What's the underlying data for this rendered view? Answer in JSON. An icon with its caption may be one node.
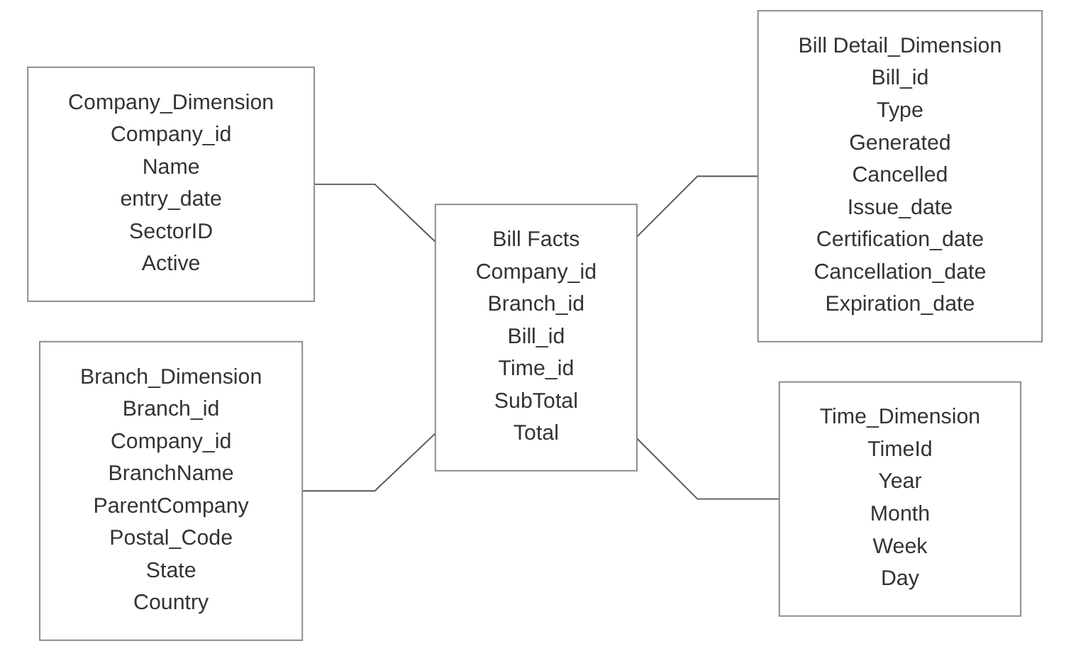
{
  "diagram": {
    "nodes": [
      {
        "text": [
          "Company_Dimension",
          "Company_id",
          "Name",
          "entry_date",
          "SectorID",
          "Active"
        ]
      },
      {
        "text": [
          "Bill Detail_Dimension",
          "Bill_id",
          "Type",
          "Generated",
          "Cancelled",
          "Issue_date",
          "Certification_date",
          "Cancellation_date",
          "Expiration_date"
        ]
      },
      {
        "text": [
          "Bill Facts",
          "Company_id",
          "Branch_id",
          "Bill_id",
          "Time_id",
          "SubTotal",
          "Total"
        ]
      },
      {
        "text": [
          "Branch_Dimension",
          "Branch_id",
          "Company_id",
          "BranchName",
          "ParentCompany",
          "Postal_Code",
          "State",
          "Country"
        ]
      },
      {
        "text": [
          "Time_Dimension",
          "TimeId",
          "Year",
          "Month",
          "Week",
          "Day"
        ]
      }
    ],
    "edges": [
      {
        "from": 0,
        "to": 2,
        "arrow": "none"
      },
      {
        "from": 2,
        "to": 1,
        "arrow": "none"
      },
      {
        "from": 3,
        "to": 2,
        "arrow": "none"
      },
      {
        "from": 2,
        "to": 4,
        "arrow": "none"
      }
    ]
  }
}
